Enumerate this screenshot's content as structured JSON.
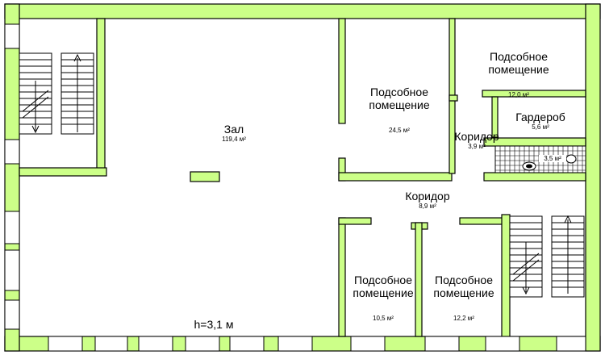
{
  "colors": {
    "wall": "#ccff88",
    "outline": "#000000",
    "background": "#ffffff"
  },
  "rooms": [
    {
      "name": "Зал",
      "area": "119,4 м²"
    },
    {
      "name": "Подсобное\nпомещение",
      "area": "24,5 м²"
    },
    {
      "name": "Подсобное\nпомещение",
      "area": "12,0 м²"
    },
    {
      "name": "Гардероб",
      "area": "5,6 м²"
    },
    {
      "name": "Коридор",
      "area": "3,9 м²"
    },
    {
      "name": "",
      "area": "3,5 м²"
    },
    {
      "name": "Коридор",
      "area": "8,9 м²"
    },
    {
      "name": "Подсобное\nпомещение",
      "area": "10,5 м²"
    },
    {
      "name": "Подсобное\nпомещение",
      "area": "12,2 м²"
    }
  ],
  "ceiling_height": "h=3,1 м",
  "icons": [
    "staircase-icon",
    "toilet-icon",
    "sink-icon"
  ]
}
